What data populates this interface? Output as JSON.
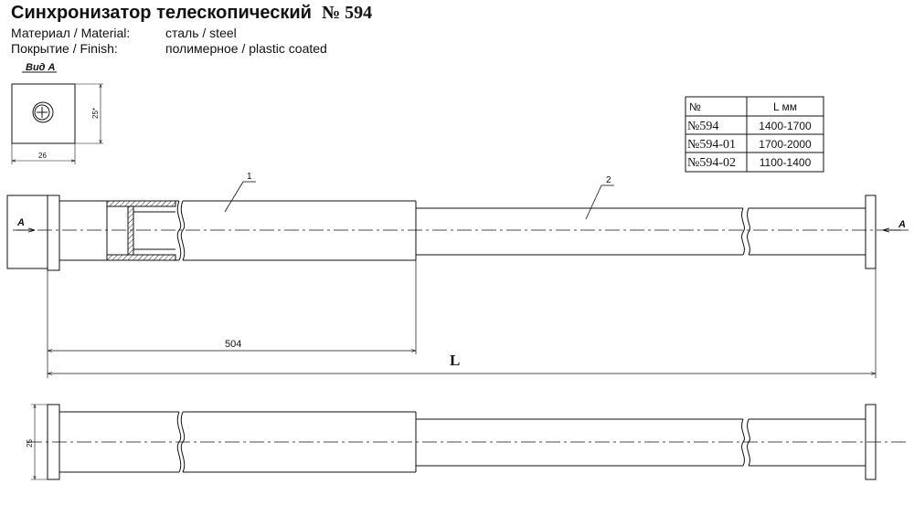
{
  "title": {
    "text": "Синхронизатор телескопический",
    "number": "№ 594"
  },
  "specs": [
    {
      "label": "Материал / Material:",
      "value": "сталь / steel"
    },
    {
      "label": "Покрытие / Finish:",
      "value": "полимерное / plastic coated"
    }
  ],
  "view": {
    "label": "Вид А",
    "dim_height": "25*",
    "dim_width": "26"
  },
  "table": {
    "headers": [
      "№",
      "L мм"
    ],
    "rows": [
      [
        "№594",
        "1400-1700"
      ],
      [
        "№594-01",
        "1700-2000"
      ],
      [
        "№594-02",
        "1100-1400"
      ]
    ]
  },
  "drawing": {
    "section_marker_left": "A",
    "section_marker_right": "A",
    "callout_1": "1",
    "callout_2": "2",
    "dim_504": "504",
    "dim_L": "L",
    "dim_25": "25"
  }
}
